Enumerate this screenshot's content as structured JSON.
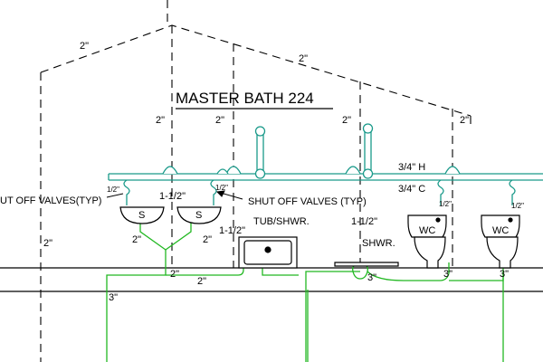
{
  "title": "MASTER BATH 224",
  "labels": {
    "vent_2in": "2\"",
    "water_hot": "3/4\" H",
    "water_cold": "3/4\" C",
    "half_inch": "1/2\"",
    "one_and_half_lav": "1-1/2\"",
    "one_and_half_tub": "1-1/2\"",
    "one_and_half_shwr": "1-1/2\"",
    "shut_off_left": "UT OFF VALVES(TYP)",
    "shut_off_right": "SHUT OFF VALVES (TYP)",
    "tub_shwr": "TUB/SHWR.",
    "shwr": "SHWR.",
    "sink_symbol": "S",
    "wc_symbol": "WC",
    "drain_2in": "2\"",
    "drain_3in": "3\""
  },
  "colors": {
    "water": "#1a9a8a",
    "drain": "#22b822",
    "vent": "#000000"
  }
}
